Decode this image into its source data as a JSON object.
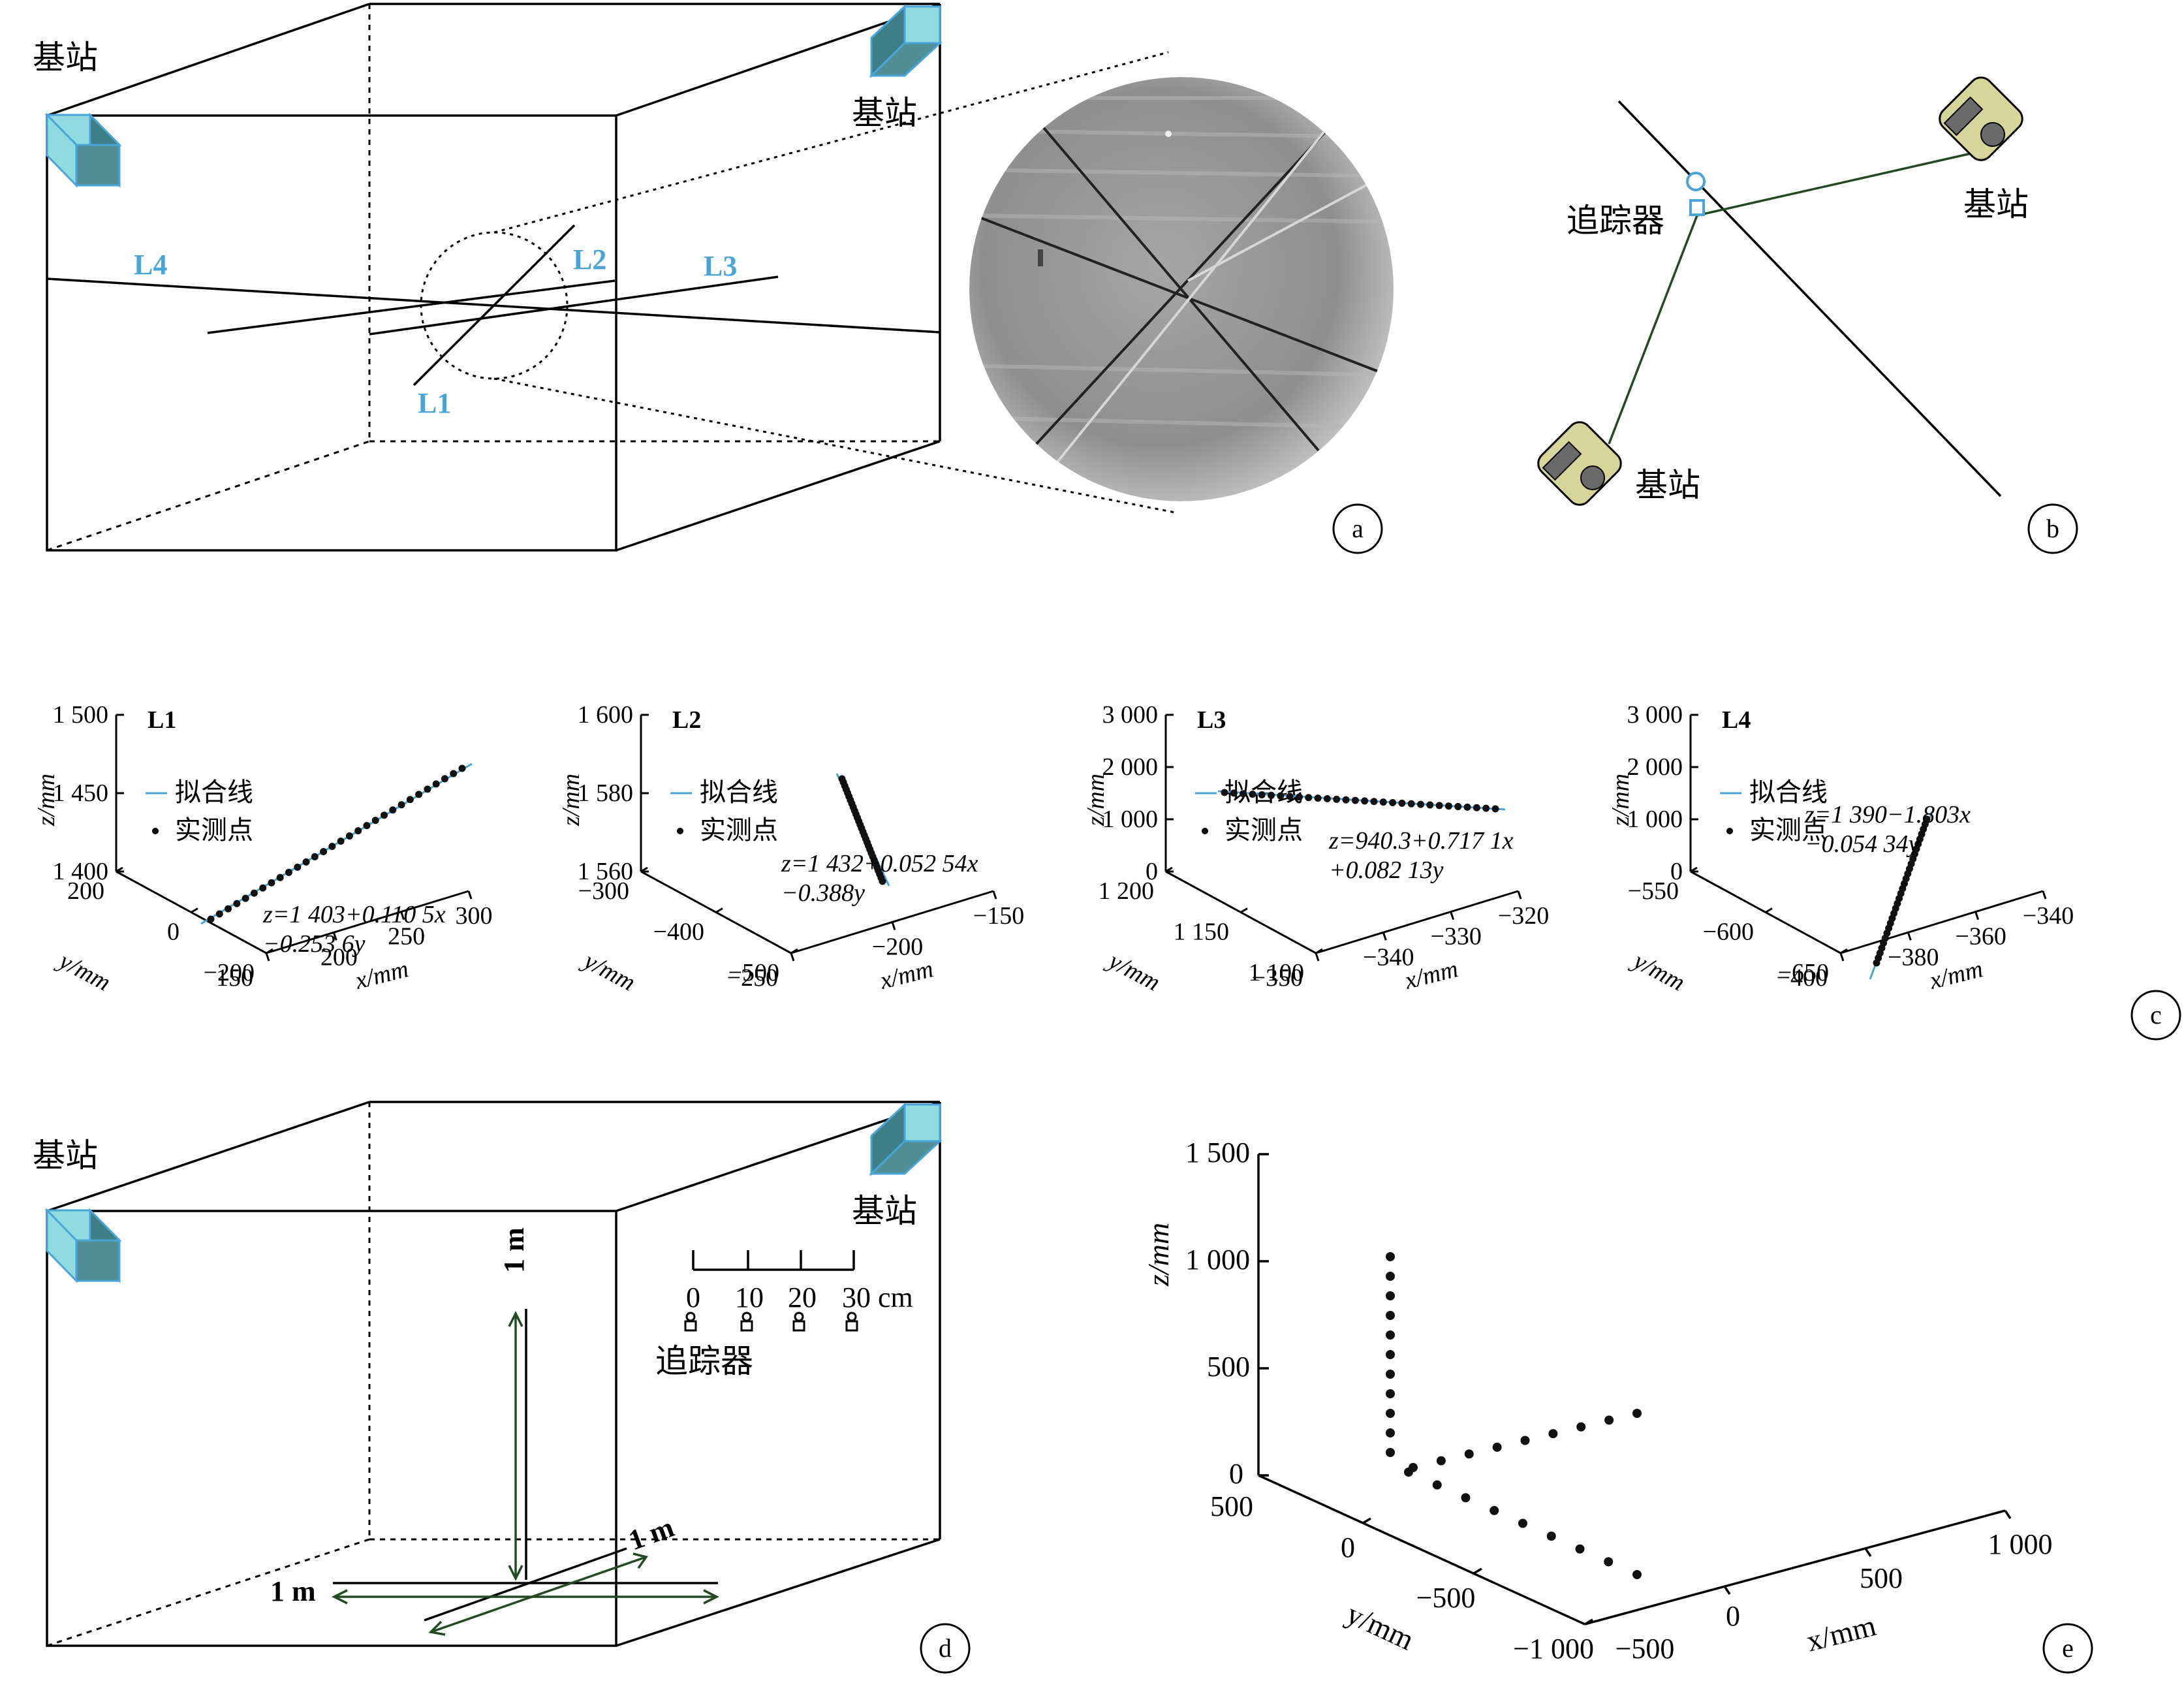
{
  "panels": {
    "a": {
      "tag": "a",
      "base_left": "基站",
      "base_right": "基站",
      "lines": [
        "L1",
        "L2",
        "L3",
        "L4"
      ]
    },
    "b": {
      "tag": "b",
      "tracker": "追踪器",
      "base_top": "基站",
      "base_bottom": "基站"
    },
    "c": {
      "tag": "c"
    },
    "d": {
      "tag": "d",
      "base_left": "基站",
      "base_right": "基站",
      "dim_vertical": "1 m",
      "dim_horizontal": "1 m",
      "dim_diagonal": "1 m",
      "scale_ticks": [
        "0",
        "10",
        "20",
        "30 cm"
      ],
      "tracker": "追踪器"
    },
    "e": {
      "tag": "e"
    }
  },
  "fit_plots": [
    {
      "title": "L1",
      "z_ticks": [
        "1 500",
        "1 450",
        "1 400"
      ],
      "y_ticks": [
        "200",
        "0",
        "−200"
      ],
      "x_ticks": [
        "150",
        "200",
        "250",
        "300"
      ],
      "legend_line": "拟合线",
      "legend_dot": "实测点",
      "eq1": "z=1 403+0.110 5x",
      "eq2": "−0.253 6y",
      "zlabel": "z/mm",
      "ylabel": "y/mm",
      "xlabel": "x/mm"
    },
    {
      "title": "L2",
      "z_ticks": [
        "1 600",
        "1 580",
        "1 560"
      ],
      "y_ticks": [
        "−300",
        "−400",
        "−500"
      ],
      "x_ticks": [
        "−250",
        "−200",
        "−150"
      ],
      "legend_line": "拟合线",
      "legend_dot": "实测点",
      "eq1": "z=1 432+0.052 54x",
      "eq2": "−0.388y",
      "zlabel": "z/mm",
      "ylabel": "y/mm",
      "xlabel": "x/mm"
    },
    {
      "title": "L3",
      "z_ticks": [
        "3 000",
        "2 000",
        "1 000",
        "0"
      ],
      "y_ticks": [
        "1 200",
        "1 150",
        "1 100"
      ],
      "x_ticks": [
        "−350",
        "−340",
        "−330",
        "−320"
      ],
      "legend_line": "拟合线",
      "legend_dot": "实测点",
      "eq1": "z=940.3+0.717 1x",
      "eq2": "+0.082 13y",
      "zlabel": "z/mm",
      "ylabel": "y/mm",
      "xlabel": "x/mm"
    },
    {
      "title": "L4",
      "z_ticks": [
        "3 000",
        "2 000",
        "1 000",
        "0"
      ],
      "y_ticks": [
        "−550",
        "−600",
        "−650"
      ],
      "x_ticks": [
        "−400",
        "−380",
        "−360",
        "−340"
      ],
      "legend_line": "拟合线",
      "legend_dot": "实测点",
      "eq1": "z=1 390−1.803x",
      "eq2": "−0.054 34y",
      "zlabel": "z/mm",
      "ylabel": "y/mm",
      "xlabel": "x/mm"
    }
  ],
  "plot_e": {
    "z_ticks": [
      "1 500",
      "1 000",
      "500",
      "0"
    ],
    "y_ticks": [
      "500",
      "0",
      "−500",
      "−1 000"
    ],
    "x_ticks": [
      "−500",
      "0",
      "500",
      "1 000"
    ],
    "zlabel": "z/mm",
    "ylabel": "y/mm",
    "xlabel": "x/mm"
  },
  "colors": {
    "blue": "#49a5d9",
    "cube_face": "#8fdbe0",
    "cube_side": "#3e7f87",
    "station_fill": "#d6d69a",
    "dark_green": "#234a23"
  }
}
